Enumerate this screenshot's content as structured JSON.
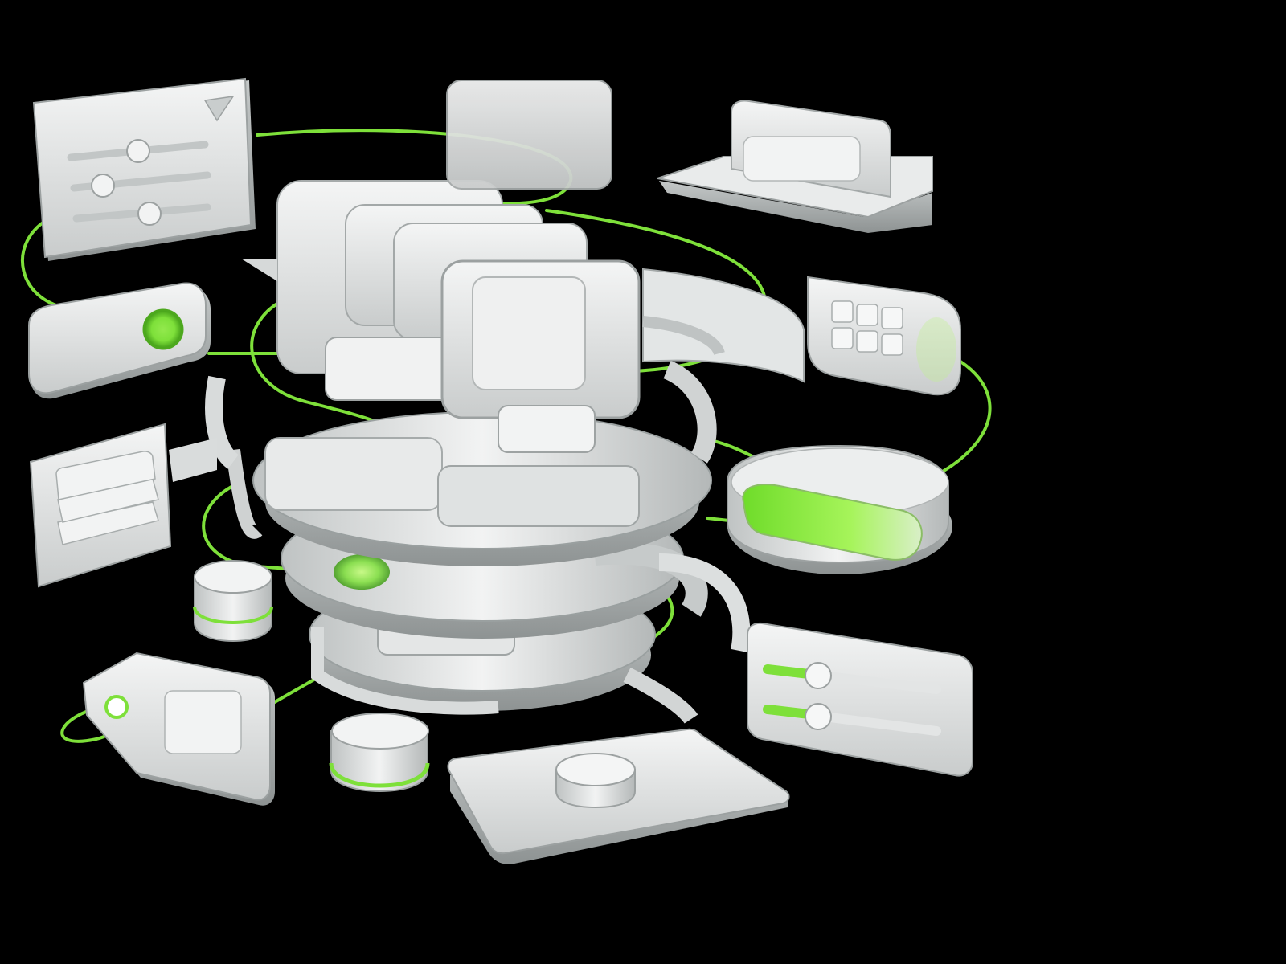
{
  "scene": {
    "background": "#000000",
    "accent": "#7ee03a",
    "surface": "#e6e8e8",
    "surface_shadow": "#a9adad",
    "elements": [
      {
        "name": "slider-panel-card",
        "icon": "sliders-icon"
      },
      {
        "name": "blank-card-top",
        "icon": "none"
      },
      {
        "name": "tray-card",
        "icon": "tray-icon"
      },
      {
        "name": "toggle-pill",
        "icon": "toggle-icon",
        "state": "on"
      },
      {
        "name": "app-grid-card",
        "icon": "grid-icon"
      },
      {
        "name": "stack-card",
        "icon": "layers-icon"
      },
      {
        "name": "status-pill-disc",
        "icon": "status-bar-icon"
      },
      {
        "name": "database-cylinder",
        "icon": "database-icon"
      },
      {
        "name": "tag-card",
        "icon": "tag-icon"
      },
      {
        "name": "dual-slider-card",
        "icon": "sliders-icon"
      },
      {
        "name": "button-tray",
        "icon": "button-icon"
      },
      {
        "name": "central-tower",
        "icon": "layers-icon"
      }
    ]
  }
}
